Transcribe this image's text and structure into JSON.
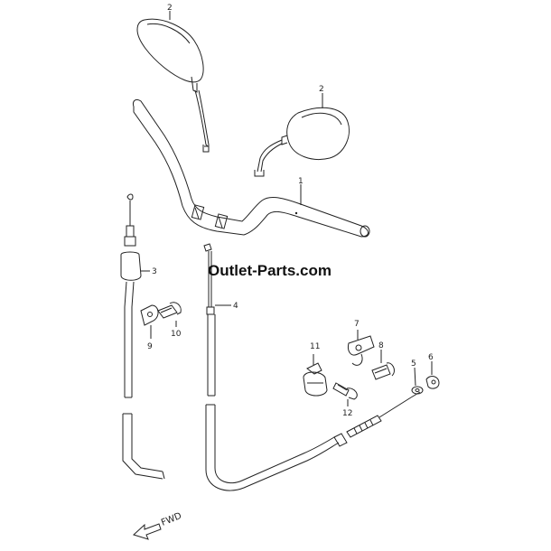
{
  "watermark": "Outlet-Parts.com",
  "fwd_label": "FWD",
  "parts": {
    "p1": "1",
    "p2a": "2",
    "p2b": "2",
    "p3": "3",
    "p4": "4",
    "p5": "5",
    "p6": "6",
    "p7": "7",
    "p8": "8",
    "p9": "9",
    "p10": "10",
    "p11": "11",
    "p12": "12"
  },
  "colors": {
    "ink": "#222222",
    "background": "#ffffff"
  }
}
